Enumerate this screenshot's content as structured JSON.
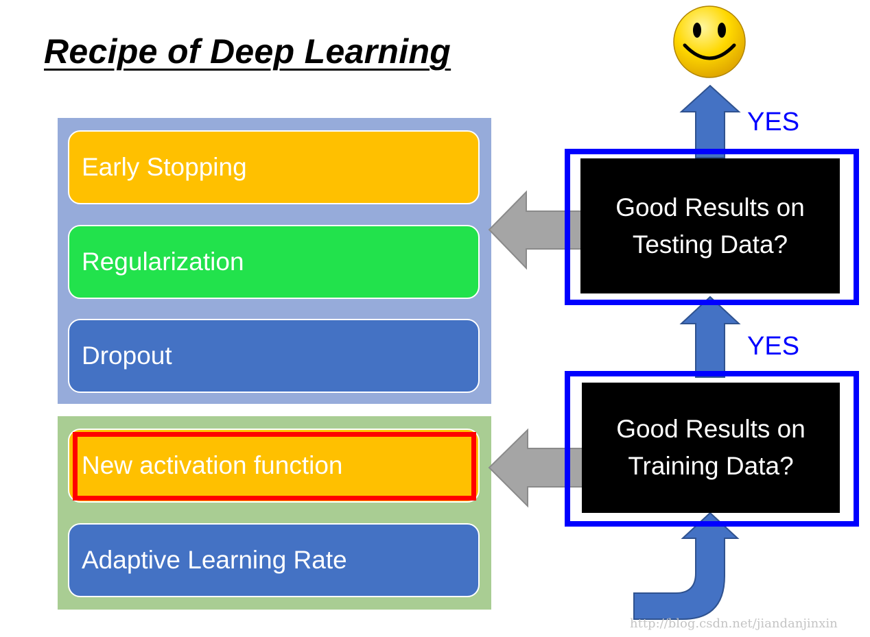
{
  "title": "Recipe of Deep Learning",
  "regularization_group": {
    "items": [
      {
        "label": "Early Stopping"
      },
      {
        "label": "Regularization"
      },
      {
        "label": "Dropout"
      }
    ]
  },
  "training_group": {
    "items": [
      {
        "label": "New activation function"
      },
      {
        "label": "Adaptive Learning Rate"
      }
    ]
  },
  "decisions": {
    "testing_line1": "Good Results on",
    "testing_line2": "Testing Data?",
    "training_line1": "Good Results on",
    "training_line2": "Training Data?"
  },
  "yes_top": "YES",
  "yes_bottom": "YES",
  "watermark": "http://blog.csdn.net/jiandanjinxin",
  "colors": {
    "orange": "#ffc000",
    "green": "#22e24c",
    "blue": "#4472c4",
    "frame": "#0000ff",
    "highlight": "#ff0000"
  },
  "icons": {
    "smiley": "smiley-face-icon"
  }
}
